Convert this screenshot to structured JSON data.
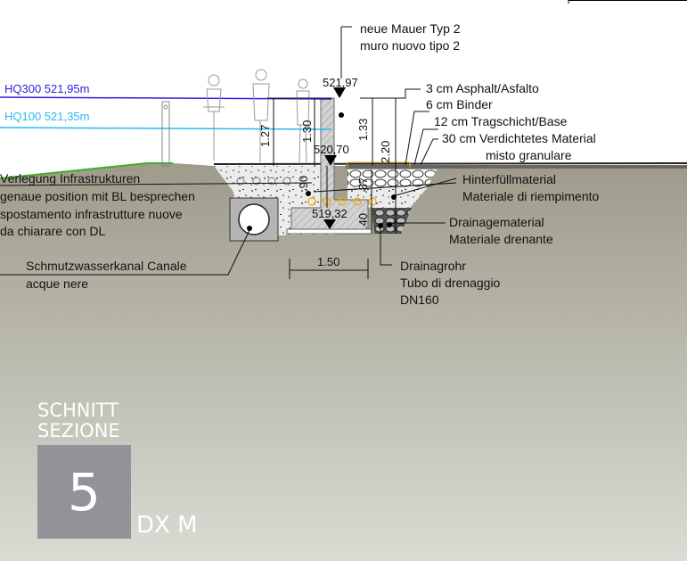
{
  "water_levels": {
    "hq300": "HQ300 521,95m",
    "hq100": "HQ100 521,35m"
  },
  "wall_label": [
    "neue Mauer Typ 2",
    "muro nuovo tipo 2"
  ],
  "layers": [
    "3 cm Asphalt/Asfalto",
    "6 cm Binder",
    "12 cm Tragschicht/Base",
    "30 cm Verdichtetes Material",
    "misto granulare"
  ],
  "infrastructure_note": [
    "Verlegung Infrastrukturen",
    "genaue position mit BL besprechen",
    "spostamento infrastrutture nuove",
    "da chiarare con DL"
  ],
  "sewer_label": [
    "Schmutzwasserkanal Canale",
    "acque nere"
  ],
  "backfill_label": [
    "Hinterfüllmaterial",
    "Materiale di riempimento"
  ],
  "drainage_material_label": [
    "Drainagematerial",
    "Materiale drenante"
  ],
  "drain_pipe_label": [
    "Drainagrohr",
    "Tubo di drenaggio",
    "DN160"
  ],
  "elevations": {
    "top": "521,97",
    "path": "520,70",
    "base": "519,32"
  },
  "dimensions": {
    "d127": "1.27",
    "d130": "1.30",
    "d133": "1.33",
    "d220": "2.20",
    "d90": ".90",
    "d87": ".87",
    "d40": ".40",
    "d150": "1.50"
  },
  "section": {
    "de": "SCHNITT",
    "it": "SEZIONE",
    "number": "5",
    "suffix": "DX M"
  },
  "colors": {
    "hq300": "#2a1ee0",
    "hq100": "#2ab8f0",
    "ground": "#a7a495",
    "grass": "#3fae2a",
    "badge": "#929398",
    "pipes": "#f0a800"
  }
}
